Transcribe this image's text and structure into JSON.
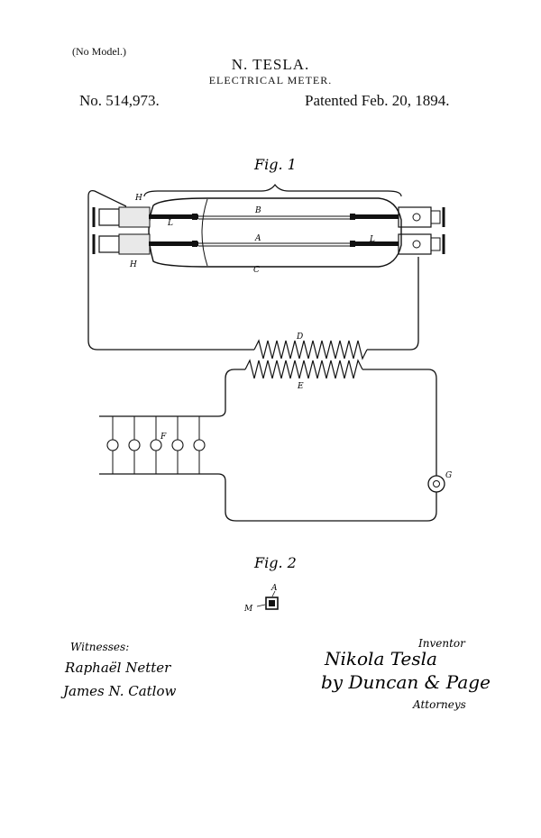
{
  "header": {
    "no_model": "(No Model.)",
    "inventor": "N. TESLA.",
    "title": "ELECTRICAL METER.",
    "patent_number": "No. 514,973.",
    "patent_date": "Patented Feb. 20, 1894."
  },
  "figures": {
    "fig1": "Fig. 1",
    "fig2": "Fig. 2"
  },
  "parts": {
    "H_top": "H",
    "H_bottom": "H",
    "L_left": "L",
    "L_right": "L",
    "B": "B",
    "A": "A",
    "C": "C",
    "D": "D",
    "E": "E",
    "F": "F",
    "G": "G",
    "M": "M",
    "A2": "A"
  },
  "signatures": {
    "witnesses_label": "Witnesses:",
    "witness_1": "Raphaël Netter",
    "witness_2": "James N. Catlow",
    "inventor_label": "Inventor",
    "inventor_signature": "Nikola Tesla",
    "by_agents": "by Duncan & Page",
    "attorneys_label": "Attorneys"
  }
}
